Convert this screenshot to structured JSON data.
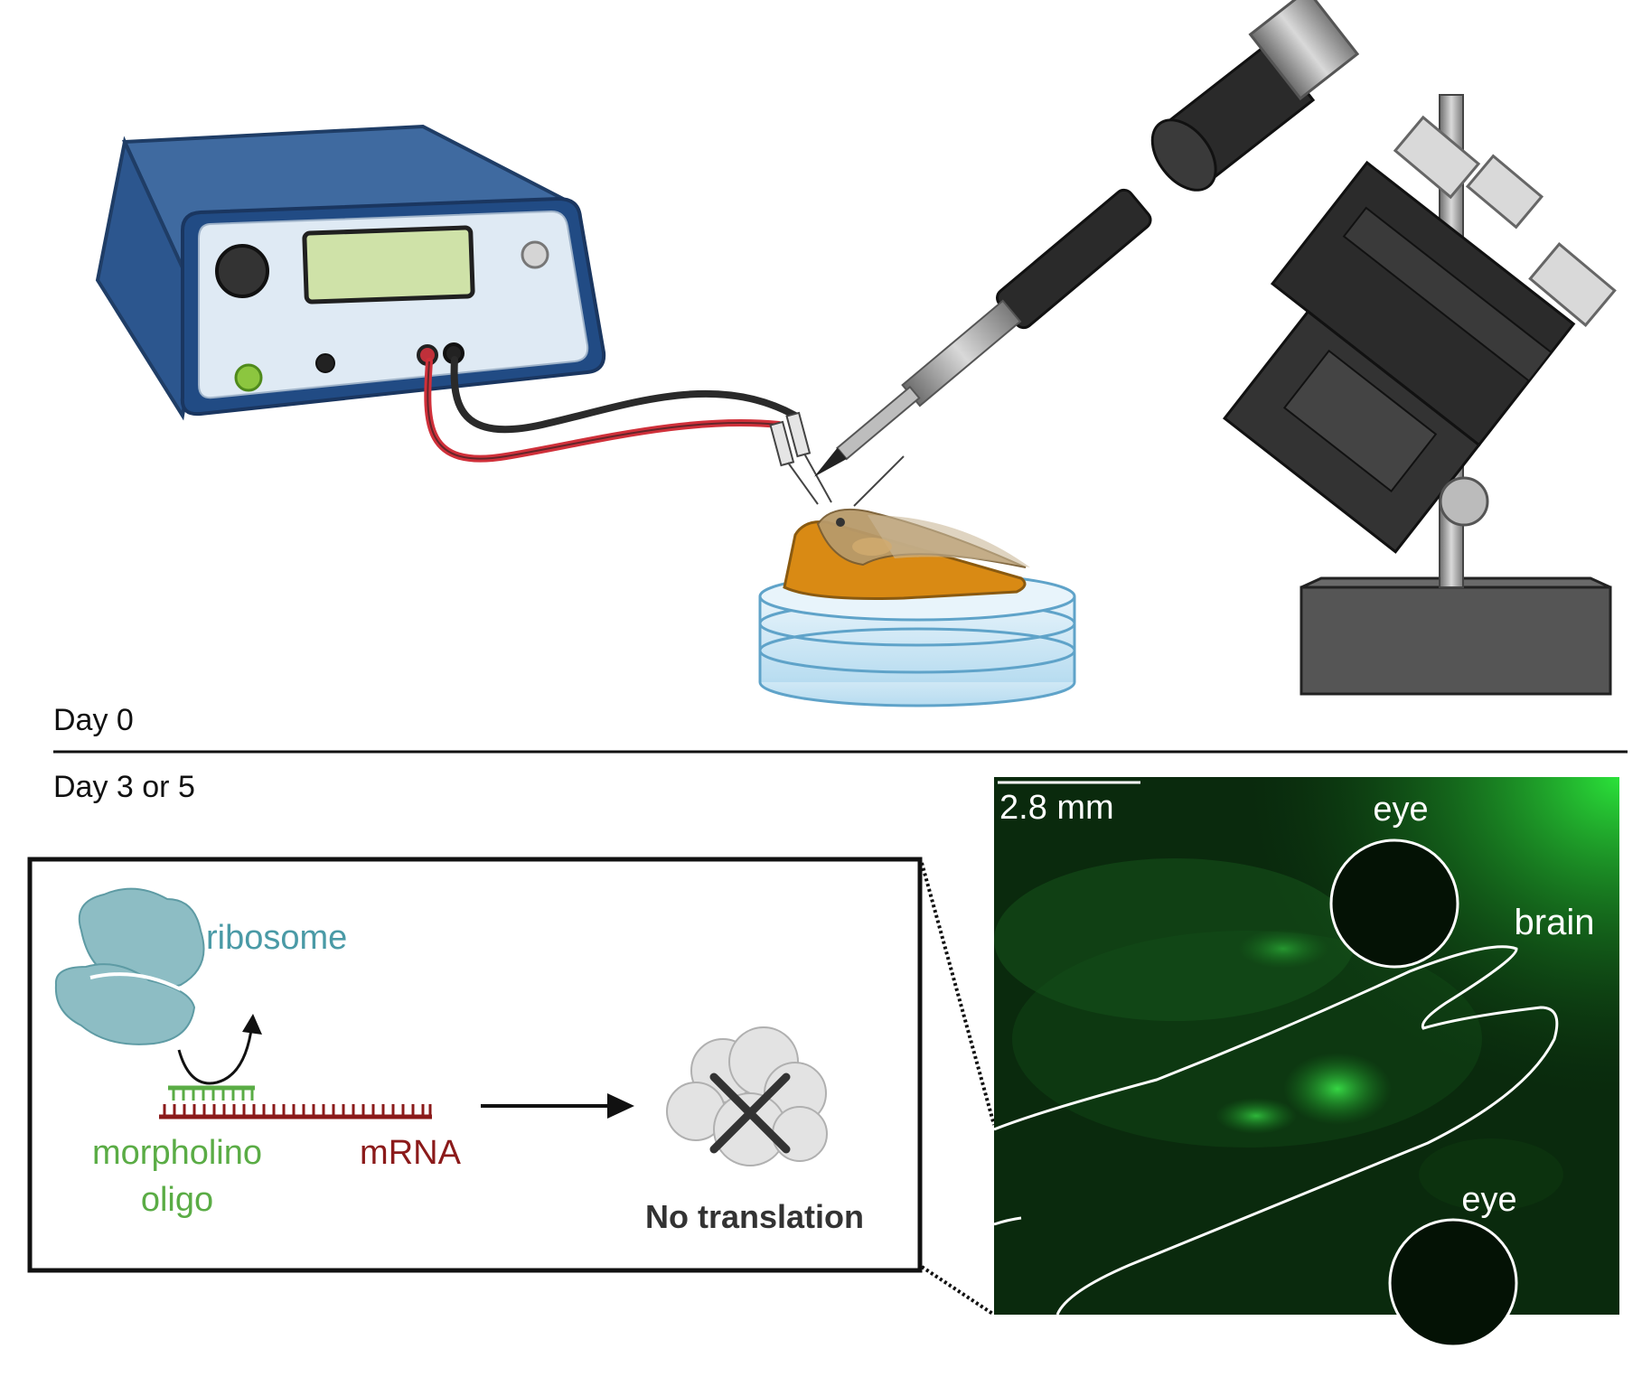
{
  "timeline": {
    "day0": "Day 0",
    "day_later": "Day 3 or 5"
  },
  "mechanism": {
    "ribosome_label": "ribosome",
    "morpholino_line1": "morpholino",
    "morpholino_line2": "oligo",
    "mrna_label": "mRNA",
    "result_label": "No translation"
  },
  "micrograph": {
    "scale_bar": "2.8 mm",
    "eye_top": "eye",
    "brain": "brain",
    "eye_bottom": "eye"
  },
  "colors": {
    "ribosome": "#4a9aa6",
    "ribosome_fill": "#8dbdc4",
    "morpholino": "#5aac45",
    "mrna": "#8b1a1a",
    "fluorescence": "#19b023",
    "device_blue": "#2c5a92",
    "agarose": "#d98a14",
    "wire_red": "#d0303a"
  },
  "icons": [
    "power-supply-icon",
    "micromanipulator-icon",
    "tadpole-icon",
    "petri-dish-icon",
    "cross-icon",
    "arrow-icon"
  ]
}
